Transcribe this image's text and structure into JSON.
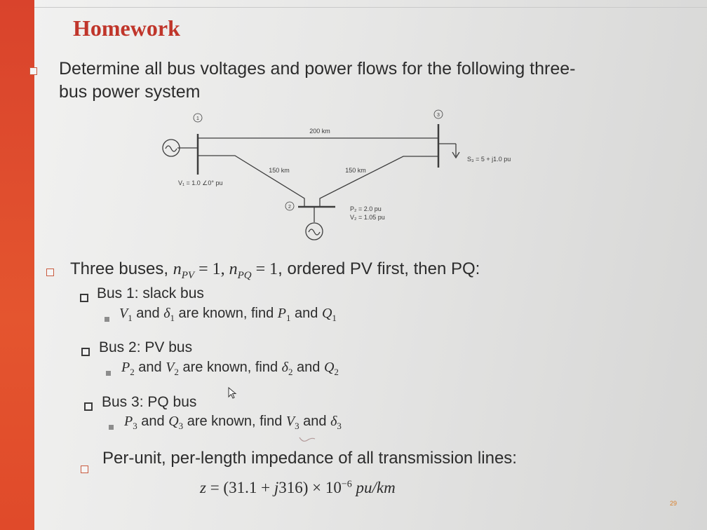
{
  "slide": {
    "title": "Homework",
    "intro": {
      "line1": "Determine all bus voltages and power flows for the following three-",
      "line2": "bus power system"
    },
    "page_number": "29"
  },
  "diagram": {
    "bus1_label": "1",
    "bus2_label": "2",
    "bus3_label": "3",
    "line_12_length": "150 km",
    "line_13_length": "200 km",
    "line_23_length": "150 km",
    "v1_spec": "V₁ = 1.0 ∠0° pu",
    "p2_spec": "P₂ = 2.0 pu",
    "v2_spec": "V₂ = 1.05 pu",
    "s3_spec": "S₃ = 5 + j1.0 pu"
  },
  "content": {
    "buses_intro": {
      "pre": "Three buses, ",
      "npv": "n",
      "npv_sub": "PV",
      "eq1": " = 1, ",
      "npq": "n",
      "npq_sub": "PQ",
      "eq2": " = 1",
      "post": ", ordered PV first, then PQ:"
    },
    "bus1": {
      "heading": "Bus 1: slack bus",
      "detail": {
        "a": "V",
        "a_sub": "1",
        "and1": " and ",
        "b": "δ",
        "b_sub": "1",
        "mid": " are known, find ",
        "c": "P",
        "c_sub": "1",
        "and2": " and ",
        "d": "Q",
        "d_sub": "1"
      }
    },
    "bus2": {
      "heading": "Bus 2: PV bus",
      "detail": {
        "a": "P",
        "a_sub": "2",
        "and1": " and ",
        "b": "V",
        "b_sub": "2",
        "mid": " are known, find ",
        "c": "δ",
        "c_sub": "2",
        "and2": " and ",
        "d": "Q",
        "d_sub": "2"
      }
    },
    "bus3": {
      "heading": "Bus 3: PQ bus",
      "detail": {
        "a": "P",
        "a_sub": "3",
        "and1": " and ",
        "b": "Q",
        "b_sub": "3",
        "mid": " are known, find ",
        "c": "V",
        "c_sub": "3",
        "and2": " and ",
        "d": "δ",
        "d_sub": "3"
      }
    },
    "impedance": {
      "heading": "Per-unit, per-length impedance of all transmission lines:",
      "lhs": "z",
      "eq": " = (31.1 + ",
      "j": "j",
      "rest": "316) × 10",
      "exp": "−6",
      "unit": " pu/km"
    }
  },
  "colors": {
    "accent_bar": "#e04a2a",
    "title": "#c0352a",
    "text": "#2c2c2c"
  }
}
